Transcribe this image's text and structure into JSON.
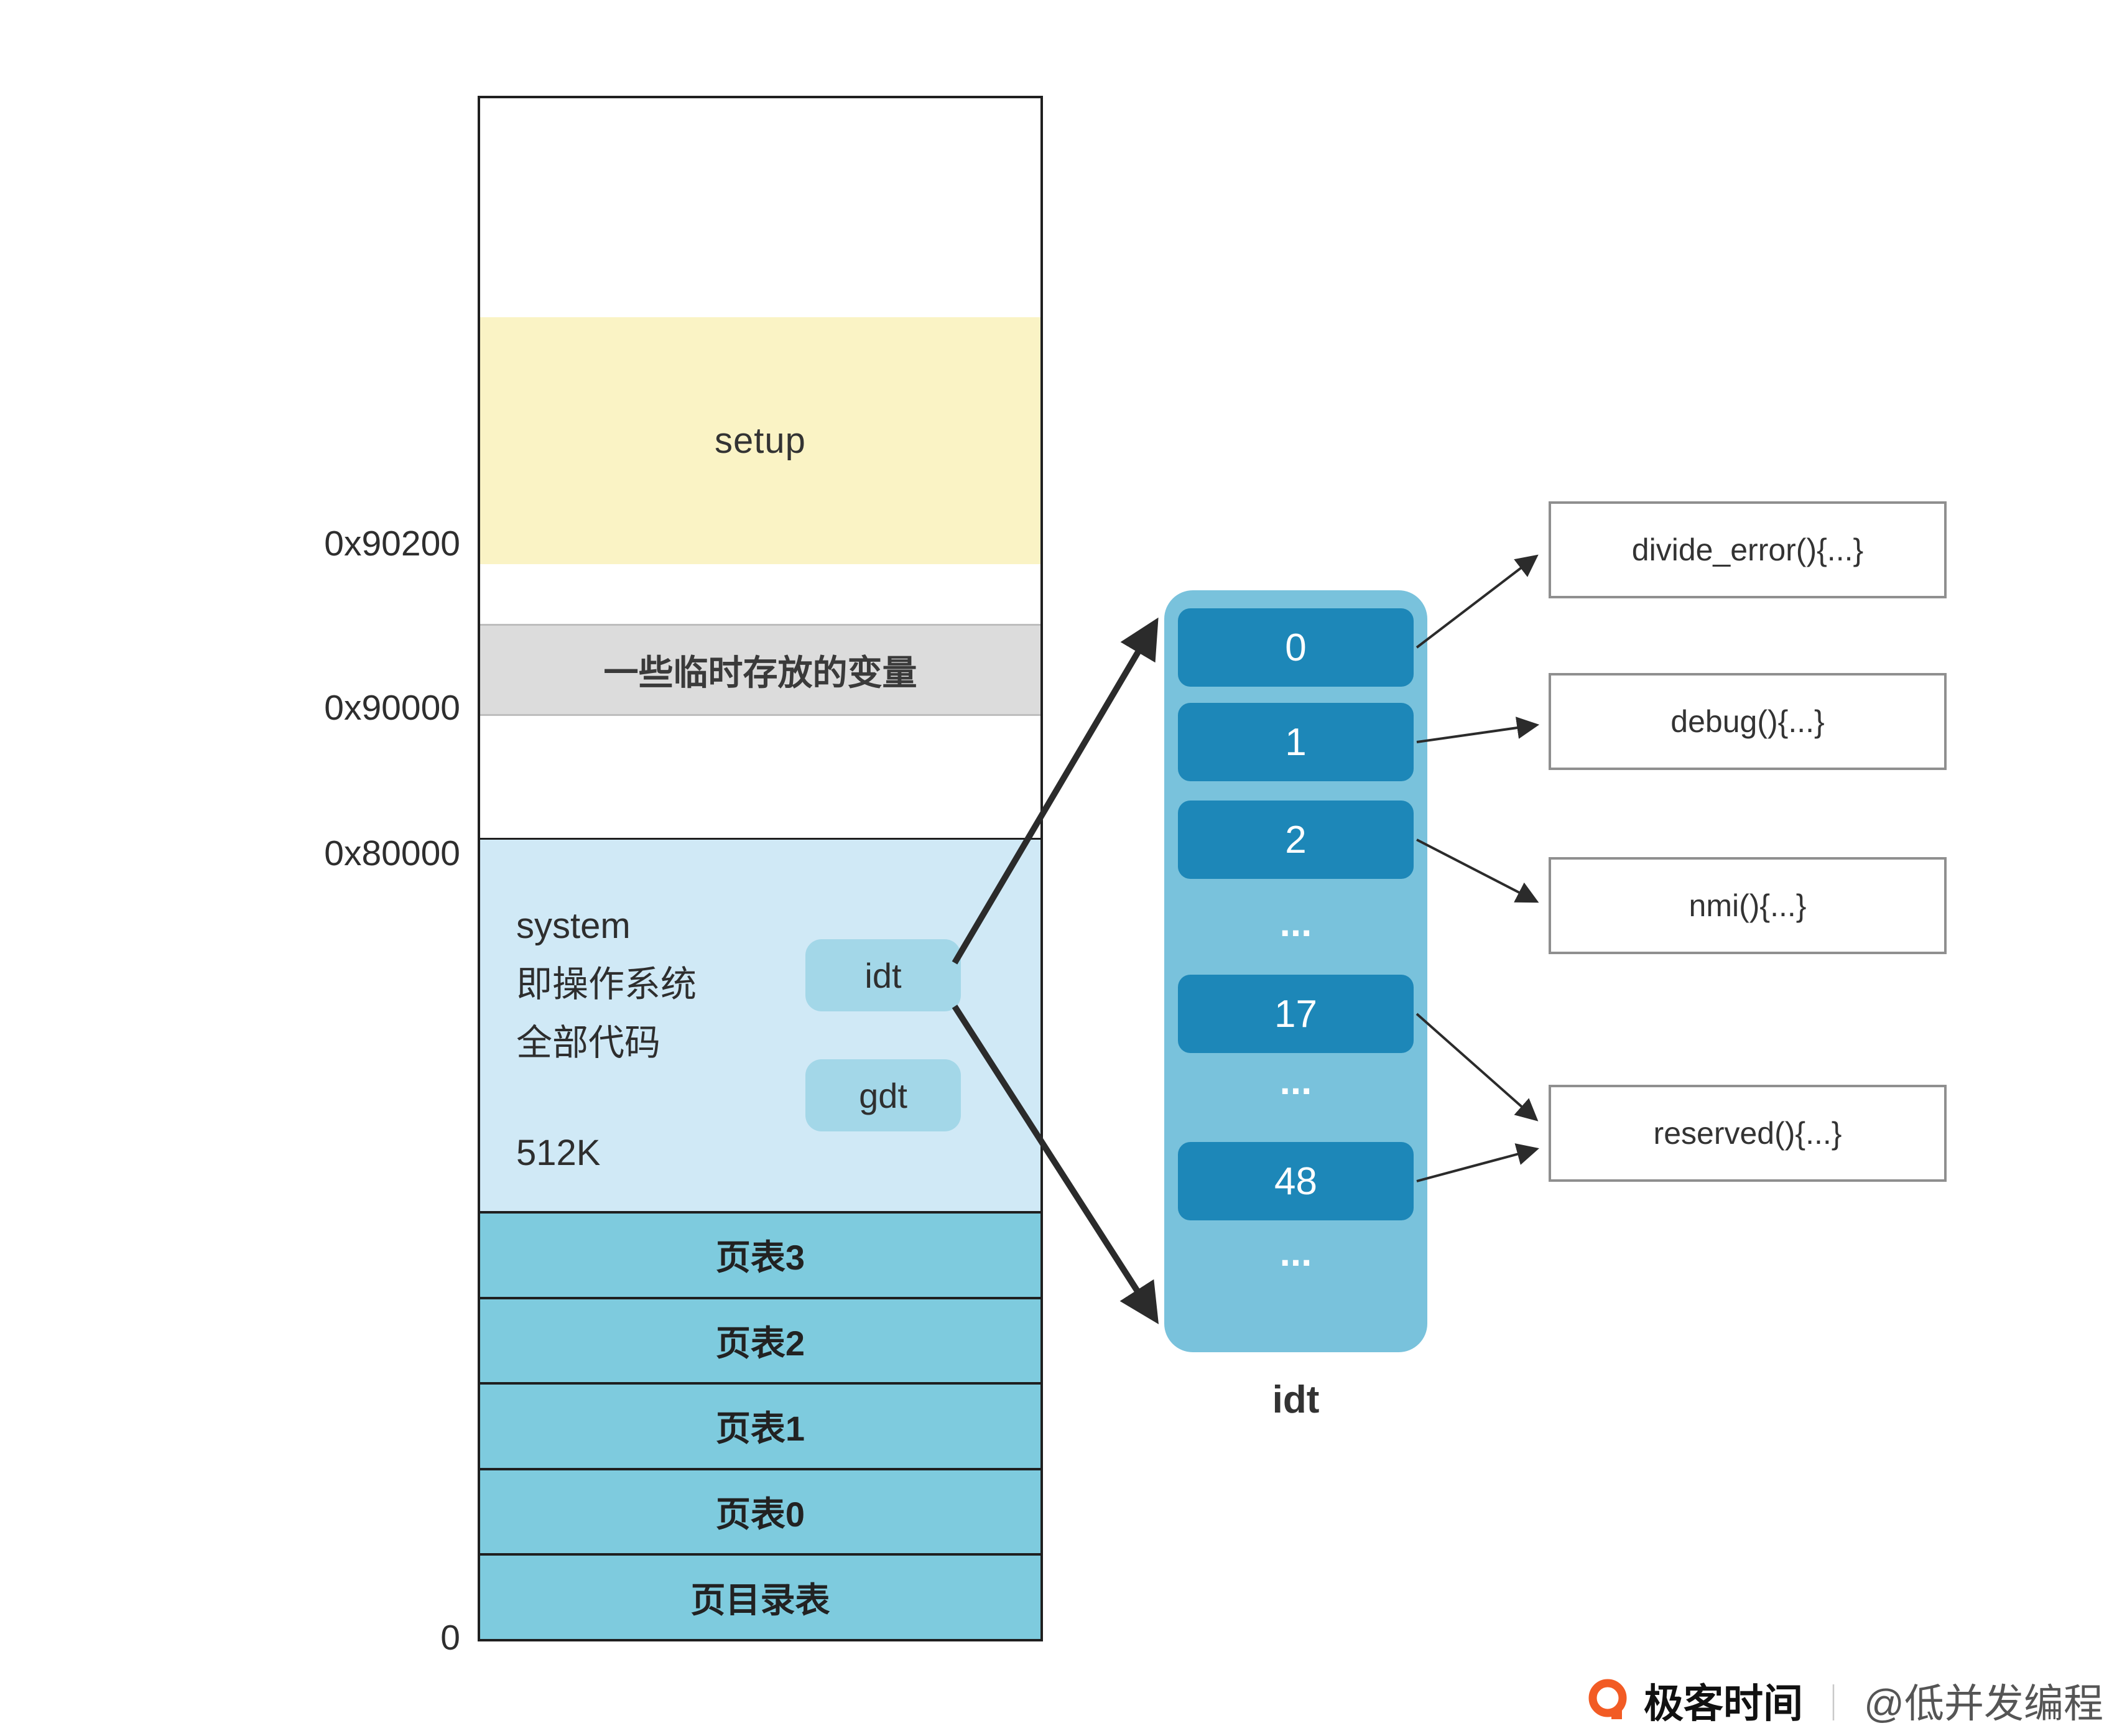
{
  "memory": {
    "addr_90200": "0x90200",
    "addr_90000": "0x90000",
    "addr_80000": "0x80000",
    "addr_0": "0",
    "setup": "setup",
    "temp_vars": "一些临时存放的变量",
    "system_lines": [
      "system",
      "即操作系统",
      "全部代码"
    ],
    "system_size": "512K",
    "idt_pointer": "idt",
    "gdt_pointer": "gdt",
    "page_tables": [
      "页表3",
      "页表2",
      "页表1",
      "页表0",
      "页目录表"
    ]
  },
  "idt": {
    "caption": "idt",
    "entries": [
      "0",
      "1",
      "2",
      "...",
      "17",
      "...",
      "48",
      "..."
    ]
  },
  "handlers": [
    "divide_error(){...}",
    "debug(){...}",
    "nmi(){...}",
    "reserved(){...}"
  ],
  "footer": {
    "brand": "极客时间",
    "separator": "｜",
    "author": "@低并发编程"
  },
  "colors": {
    "setup_bg": "#FAF3C5",
    "temp_bg": "#DCDCDC",
    "system_bg": "#D0E9F6",
    "pointer_bg": "#A3D7E8",
    "page_table_bg": "#7ECBDE",
    "idt_container_bg": "#79C2DC",
    "idt_entry_bg": "#1D87B8",
    "arrow": "#2B2B2B",
    "brand_orange": "#F25B24"
  }
}
